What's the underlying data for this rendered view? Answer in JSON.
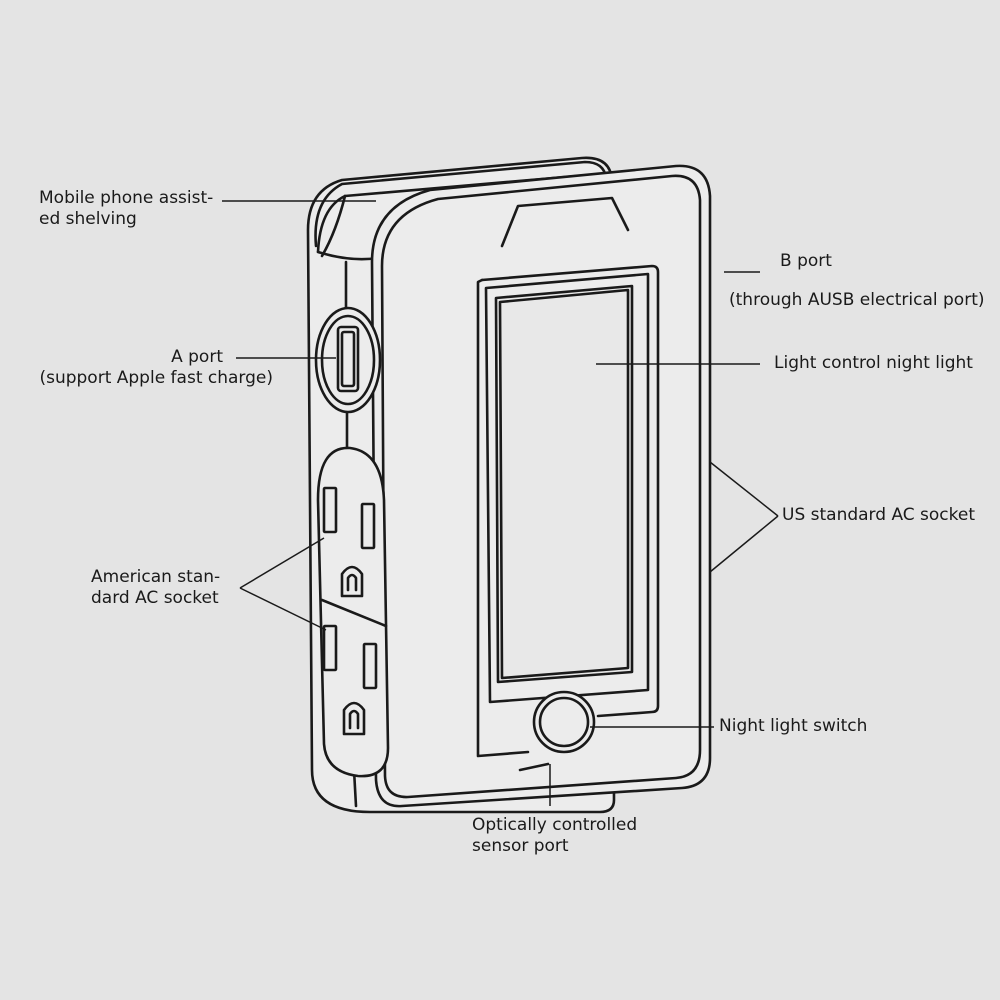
{
  "labels": {
    "shelving": [
      "Mobile phone assist-",
      "ed shelving"
    ],
    "a_port": [
      "A port",
      "(support Apple fast charge)"
    ],
    "american_socket": [
      "American stan-",
      "dard AC socket"
    ],
    "b_port": [
      "B port",
      "(through AUSB electrical port)"
    ],
    "night_light": [
      "Light control night light"
    ],
    "us_socket": [
      "US standard AC socket"
    ],
    "night_switch": [
      "Night light switch"
    ],
    "sensor_port": [
      "Optically controlled",
      "sensor port"
    ]
  },
  "colors": {
    "background": "#e4e4e4",
    "stroke": "#1a1a1a",
    "text": "#1a1a1a",
    "device_fill": "#ececec"
  }
}
